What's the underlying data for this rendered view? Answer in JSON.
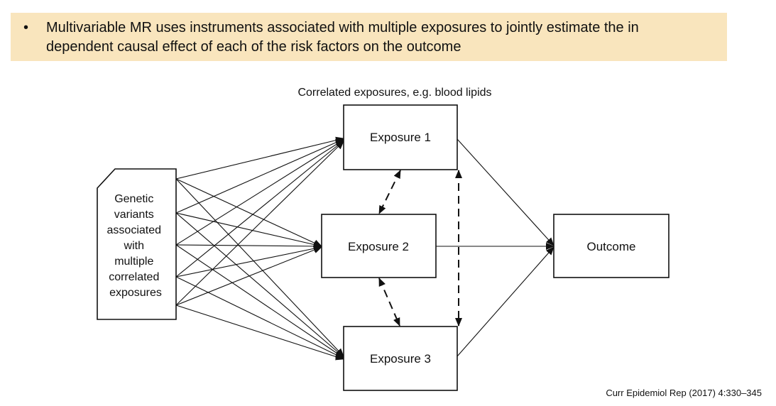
{
  "slide": {
    "bullet_glyph": "•",
    "bullet_line_1": "Multivariable MR uses instruments associated with multiple exposures to jointly estimate the in",
    "bullet_line_2": "dependent causal effect of each of the risk factors on the outcome",
    "citation": "Curr Epidemiol Rep (2017) 4:330–345"
  },
  "diagram": {
    "heading": "Correlated exposures, e.g. blood lipids",
    "genetic_lines": [
      "Genetic",
      "variants",
      "associated",
      "with",
      "multiple",
      "correlated",
      "exposures"
    ],
    "exposure_1": "Exposure 1",
    "exposure_2": "Exposure 2",
    "exposure_3": "Exposure 3",
    "outcome": "Outcome"
  }
}
